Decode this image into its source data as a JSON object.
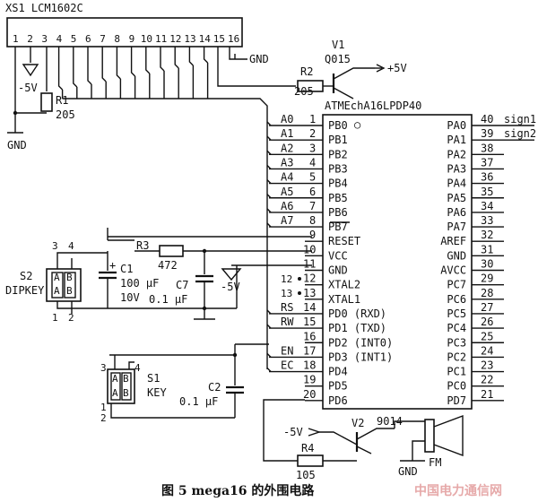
{
  "lcd": {
    "label": "XS1 LCM1602C",
    "pins": [
      "1",
      "2",
      "3",
      "4",
      "5",
      "6",
      "7",
      "8",
      "9",
      "10",
      "11",
      "12",
      "13",
      "14",
      "15",
      "16"
    ]
  },
  "mcu": {
    "label": "ATMEchA16LPDP40",
    "left_pins": [
      {
        "num": "1",
        "name": "PB0",
        "net": "A0"
      },
      {
        "num": "2",
        "name": "PB1",
        "net": "A1"
      },
      {
        "num": "3",
        "name": "PB2",
        "net": "A2"
      },
      {
        "num": "4",
        "name": "PB3",
        "net": "A3"
      },
      {
        "num": "5",
        "name": "PB4",
        "net": "A4"
      },
      {
        "num": "6",
        "name": "PB5",
        "net": "A5"
      },
      {
        "num": "7",
        "name": "PB6",
        "net": "A6"
      },
      {
        "num": "8",
        "name": "PB7",
        "net": "A7"
      },
      {
        "num": "9",
        "name": "RESET",
        "net": ""
      },
      {
        "num": "10",
        "name": "VCC",
        "net": ""
      },
      {
        "num": "11",
        "name": "GND",
        "net": ""
      },
      {
        "num": "12",
        "name": "XTAL2",
        "net": ""
      },
      {
        "num": "13",
        "name": "XTAL1",
        "net": ""
      },
      {
        "num": "14",
        "name": "PD0 (RXD)",
        "net": "RS"
      },
      {
        "num": "15",
        "name": "PD1 (TXD)",
        "net": "RW"
      },
      {
        "num": "16",
        "name": "PD2 (INT0)",
        "net": ""
      },
      {
        "num": "17",
        "name": "PD3 (INT1)",
        "net": "EN"
      },
      {
        "num": "18",
        "name": "PD4",
        "net": "EC"
      },
      {
        "num": "19",
        "name": "PD5",
        "net": ""
      },
      {
        "num": "20",
        "name": "PD6",
        "net": ""
      }
    ],
    "right_pins": [
      {
        "num": "40",
        "name": "PA0",
        "net": "sign1"
      },
      {
        "num": "39",
        "name": "PA1",
        "net": "sign2"
      },
      {
        "num": "38",
        "name": "PA2",
        "net": ""
      },
      {
        "num": "37",
        "name": "PA3",
        "net": ""
      },
      {
        "num": "36",
        "name": "PA4",
        "net": ""
      },
      {
        "num": "35",
        "name": "PA5",
        "net": ""
      },
      {
        "num": "34",
        "name": "PA6",
        "net": ""
      },
      {
        "num": "33",
        "name": "PA7",
        "net": ""
      },
      {
        "num": "32",
        "name": "AREF",
        "net": ""
      },
      {
        "num": "31",
        "name": "GND",
        "net": ""
      },
      {
        "num": "30",
        "name": "AVCC",
        "net": ""
      },
      {
        "num": "29",
        "name": "PC7",
        "net": ""
      },
      {
        "num": "28",
        "name": "PC6",
        "net": ""
      },
      {
        "num": "27",
        "name": "PC5",
        "net": ""
      },
      {
        "num": "26",
        "name": "PC4",
        "net": ""
      },
      {
        "num": "25",
        "name": "PC3",
        "net": ""
      },
      {
        "num": "24",
        "name": "PC2",
        "net": ""
      },
      {
        "num": "23",
        "name": "PC1",
        "net": ""
      },
      {
        "num": "22",
        "name": "PC0",
        "net": ""
      },
      {
        "num": "21",
        "name": "PD7",
        "net": ""
      }
    ]
  },
  "labels": {
    "gnd": "GND",
    "neg5v": "-5V",
    "pos5v": "+5V",
    "r1_name": "R1",
    "r1_value": "205",
    "v1_name": "V1",
    "v1_part": "Q015",
    "r2_name": "R2",
    "r2_value": "205",
    "r3_name": "R3",
    "r3_value": "472",
    "c1_name": "C1",
    "c1_value": "100 μF",
    "c1_voltage": "10V",
    "c1_plus": "+",
    "c7_name": "C7",
    "c7_value": "0.1 μF",
    "s2_name": "S2",
    "s2_type": "DIPKEY",
    "s1_name": "S1",
    "s1_type": "KEY",
    "c2_name": "C2",
    "c2_value": "0.1 μF",
    "v2_name": "V2",
    "v2_part": "9014",
    "r4_name": "R4",
    "r4_value": "105",
    "fm_name": "FM",
    "switch_a": "A",
    "switch_b": "B",
    "pin1": "1",
    "pin2": "2",
    "pin3": "3",
    "pin4": "4",
    "xtal_pin12": "12",
    "xtal_pin13": "13",
    "pd0_circle": "○"
  },
  "caption": "图 5   mega16 的外围电路",
  "watermark": "中国电力通信网"
}
